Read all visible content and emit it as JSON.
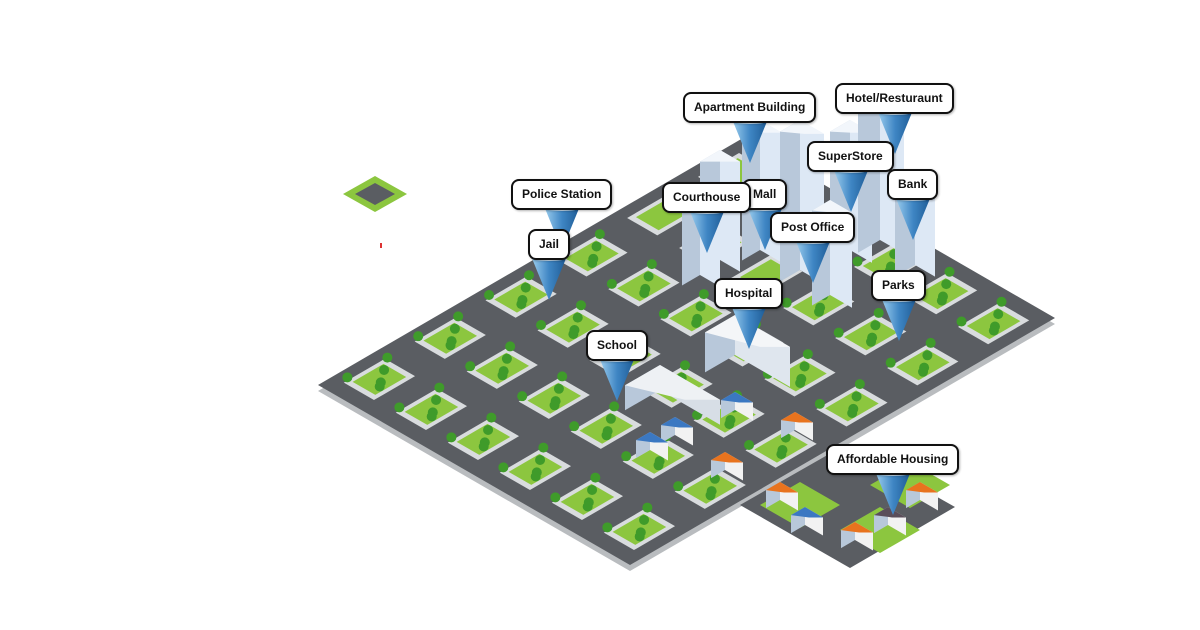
{
  "map": {
    "colors": {
      "road": "#5a5d62",
      "sidewalk": "#d9dcde",
      "grass": "#8cc63f",
      "tree": "#3f9b2a",
      "tower": "#dde8f5",
      "roof_blue": "#3b78c2",
      "roof_orange": "#e8731e",
      "pin": "#3f86c4"
    },
    "labels": [
      {
        "id": "apartment-building",
        "text": "Apartment Building"
      },
      {
        "id": "hotel-restaurant",
        "text": "Hotel/Resturaunt"
      },
      {
        "id": "superstore",
        "text": "SuperStore"
      },
      {
        "id": "bank",
        "text": "Bank"
      },
      {
        "id": "police-station",
        "text": "Police Station"
      },
      {
        "id": "courthouse",
        "text": "Courthouse"
      },
      {
        "id": "mall",
        "text": "Mall"
      },
      {
        "id": "post-office",
        "text": "Post Office"
      },
      {
        "id": "jail",
        "text": "Jail"
      },
      {
        "id": "hospital",
        "text": "Hospital"
      },
      {
        "id": "parks",
        "text": "Parks"
      },
      {
        "id": "school",
        "text": "School"
      },
      {
        "id": "affordable-housing",
        "text": "Affordable Housing"
      }
    ]
  }
}
